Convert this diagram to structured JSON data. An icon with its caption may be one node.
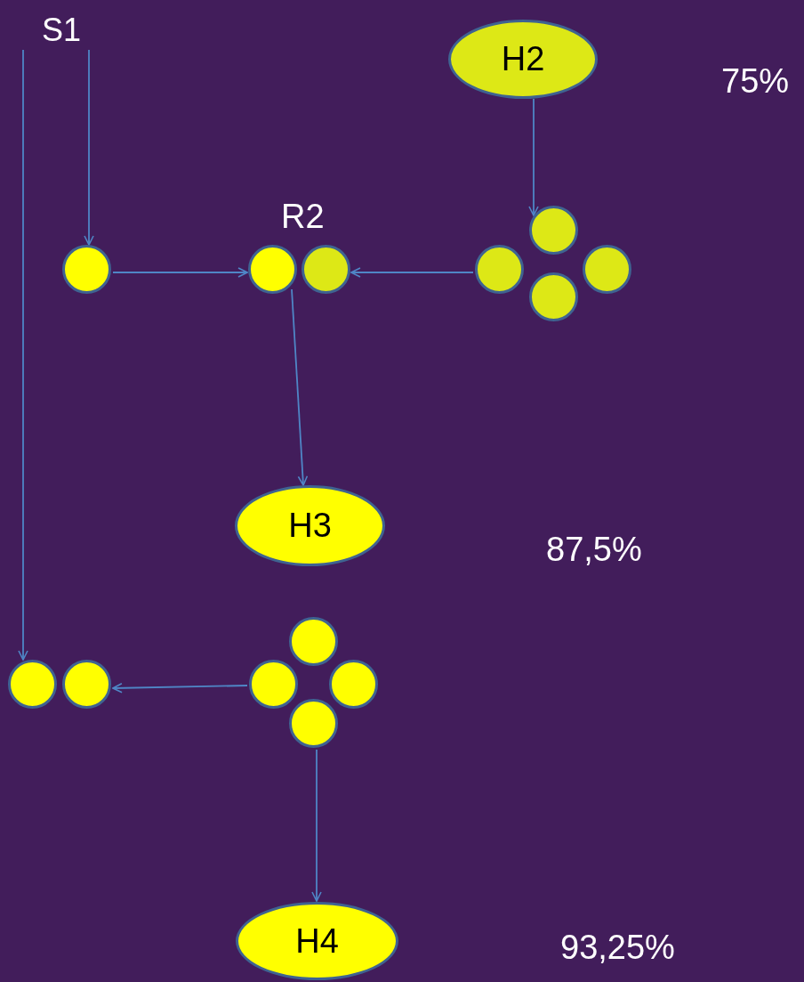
{
  "diagram": {
    "nodes": [
      {
        "text": [
          "S1"
        ]
      },
      {
        "text": [
          "H2"
        ]
      },
      {
        "text": [],
        "shape": "circle"
      },
      {
        "text": [],
        "shape": "circle"
      },
      {
        "text": [],
        "shape": "circle"
      },
      {
        "text": [],
        "shape": "circle"
      },
      {
        "text": [],
        "shape": "circle"
      },
      {
        "text": [],
        "shape": "circle"
      },
      {
        "text": [],
        "shape": "circle"
      },
      {
        "text": [
          "H3"
        ]
      },
      {
        "text": [],
        "shape": "circle"
      },
      {
        "text": [],
        "shape": "circle"
      },
      {
        "text": [],
        "shape": "circle"
      },
      {
        "text": [],
        "shape": "circle"
      },
      {
        "text": [],
        "shape": "circle"
      },
      {
        "text": [],
        "shape": "circle"
      },
      {
        "text": [
          "H4"
        ]
      }
    ],
    "edges": [
      {
        "from": 0,
        "to": 10,
        "arrow": "to"
      },
      {
        "from": 0,
        "to": 2,
        "arrow": "to"
      },
      {
        "from": 1,
        "to": 5,
        "arrow": "to"
      },
      {
        "from": 2,
        "to": 3,
        "arrow": "to"
      },
      {
        "from": 6,
        "to": 4,
        "arrow": "to"
      },
      {
        "from": 3,
        "to": 9,
        "arrow": "to"
      },
      {
        "from": 13,
        "to": 11,
        "arrow": "to"
      },
      {
        "from": 15,
        "to": 16,
        "arrow": "to"
      }
    ],
    "labels": [
      "75%",
      "R2",
      "87,5%",
      "93,25%"
    ]
  }
}
